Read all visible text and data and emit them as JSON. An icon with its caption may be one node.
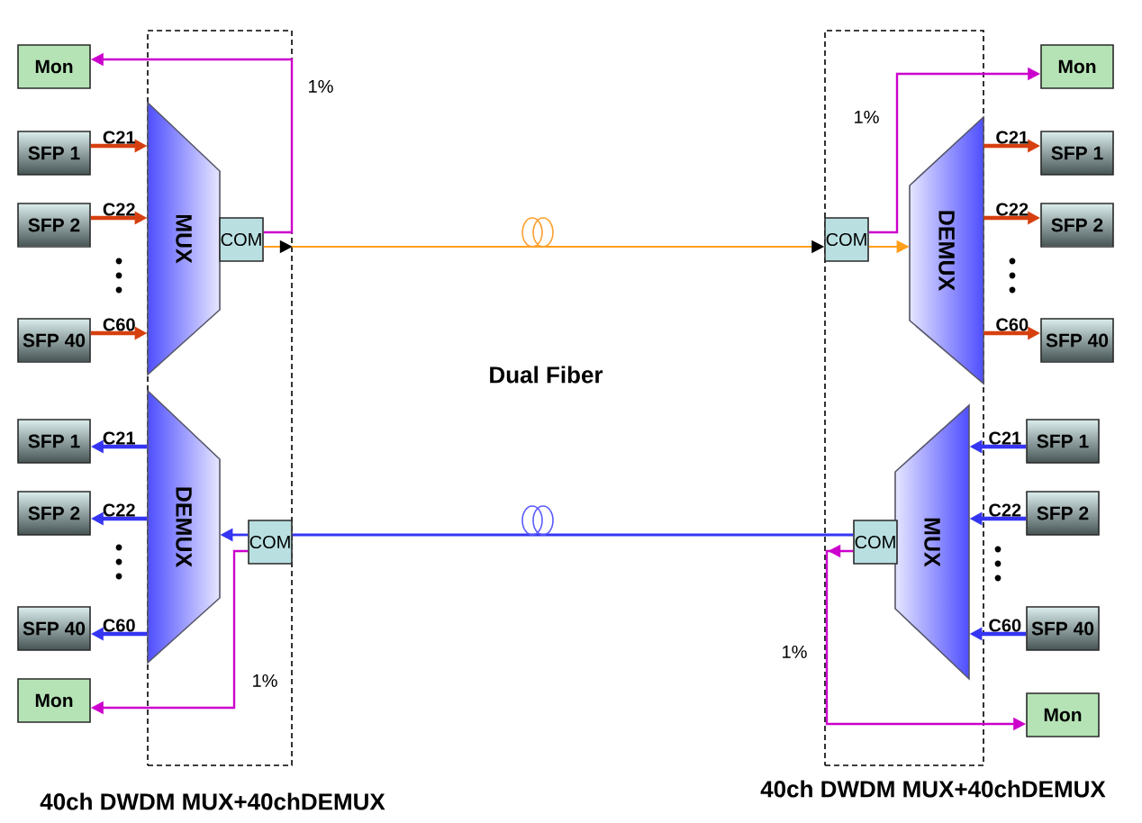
{
  "diagram": {
    "nodes": [
      {
        "text": [
          "40ch DWDM MUX+40chDEMUX"
        ]
      },
      {
        "text": [
          "Mon"
        ]
      },
      {
        "text": [
          "SFP 1"
        ]
      },
      {
        "text": [
          "SFP 2"
        ]
      },
      {
        "text": [
          "SFP 40"
        ]
      },
      {
        "text": [
          "MUX"
        ],
        "in": 0
      },
      {
        "text": [
          "COM"
        ],
        "in": 0
      },
      {
        "text": [
          "DEMUX"
        ],
        "in": 0
      },
      {
        "text": [
          "COM"
        ],
        "in": 0
      },
      {
        "text": [
          "SFP 1"
        ]
      },
      {
        "text": [
          "SFP 2"
        ]
      },
      {
        "text": [
          "SFP 40"
        ]
      },
      {
        "text": [
          "Mon"
        ]
      },
      {
        "text": [
          "40ch DWDM MUX+40chDEMUX"
        ]
      },
      {
        "text": [
          "Mon"
        ]
      },
      {
        "text": [
          "COM"
        ],
        "in": 13
      },
      {
        "text": [
          "DEMUX"
        ],
        "in": 13
      },
      {
        "text": [
          "SFP 1"
        ]
      },
      {
        "text": [
          "SFP 2"
        ]
      },
      {
        "text": [
          "SFP 40"
        ]
      },
      {
        "text": [
          "MUX"
        ],
        "in": 13
      },
      {
        "text": [
          "COM"
        ],
        "in": 13
      },
      {
        "text": [
          "SFP 1"
        ]
      },
      {
        "text": [
          "SFP 2"
        ]
      },
      {
        "text": [
          "SFP 40"
        ]
      },
      {
        "text": [
          "Mon"
        ]
      }
    ],
    "edges": [
      {
        "from": 2,
        "to": 5,
        "arrow": "to",
        "label": "C21",
        "color": "#d6400f"
      },
      {
        "from": 3,
        "to": 5,
        "arrow": "to",
        "label": "C22",
        "color": "#d6400f"
      },
      {
        "from": 4,
        "to": 5,
        "arrow": "to",
        "label": "C60",
        "color": "#d6400f"
      },
      {
        "from": 6,
        "to": 1,
        "arrow": "to",
        "label": "1%",
        "color": "#cc00cc"
      },
      {
        "from": 6,
        "to": 15,
        "arrow": "to",
        "color": "#ff9f1a"
      },
      {
        "from": 8,
        "to": 7,
        "arrow": "to"
      },
      {
        "from": 7,
        "to": 9,
        "arrow": "to",
        "label": "C21"
      },
      {
        "from": 7,
        "to": 10,
        "arrow": "to",
        "label": "C22"
      },
      {
        "from": 7,
        "to": 11,
        "arrow": "to",
        "label": "C60"
      },
      {
        "from": 8,
        "to": 12,
        "arrow": "to",
        "label": "1%",
        "color": "#cc00cc"
      },
      {
        "from": 21,
        "to": 8,
        "arrow": "none"
      },
      {
        "from": 15,
        "to": 14,
        "arrow": "to",
        "label": "1%",
        "color": "#cc00cc"
      },
      {
        "from": 15,
        "to": 16,
        "arrow": "to",
        "color": "#ff9f1a"
      },
      {
        "from": 16,
        "to": 17,
        "arrow": "to",
        "label": "C21",
        "color": "#d6400f"
      },
      {
        "from": 16,
        "to": 18,
        "arrow": "to",
        "label": "C22",
        "color": "#d6400f"
      },
      {
        "from": 16,
        "to": 19,
        "arrow": "to",
        "label": "C60",
        "color": "#d6400f"
      },
      {
        "from": 22,
        "to": 20,
        "arrow": "to",
        "label": "C21"
      },
      {
        "from": 23,
        "to": 20,
        "arrow": "to",
        "label": "C22"
      },
      {
        "from": 24,
        "to": 20,
        "arrow": "to",
        "label": "C60"
      },
      {
        "from": 21,
        "to": 25,
        "arrow": "to",
        "label": "1%",
        "color": "#cc00cc"
      }
    ],
    "labels": [
      "Dual Fiber"
    ]
  }
}
